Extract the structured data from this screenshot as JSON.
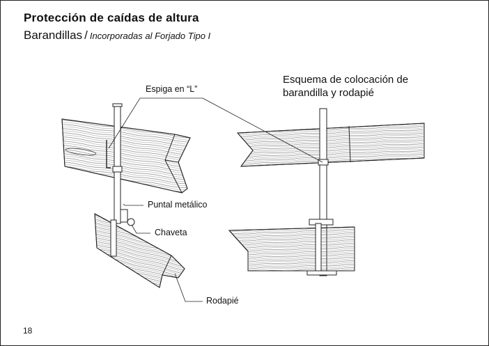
{
  "header": {
    "title": "Protección de caídas de altura",
    "subtitle_main": "Barandillas",
    "subtitle_separator": "/",
    "subtitle_detail": "Incorporadas al Forjado Tipo I"
  },
  "diagram": {
    "schema_title_line1": "Esquema de colocación de",
    "schema_title_line2": "barandilla y rodapié",
    "callouts": {
      "espiga": "Espiga en “L”",
      "puntal": "Puntal metálico",
      "chaveta": "Chaveta",
      "rodapie": "Rodapié"
    }
  },
  "footer": {
    "page_number": "18"
  }
}
